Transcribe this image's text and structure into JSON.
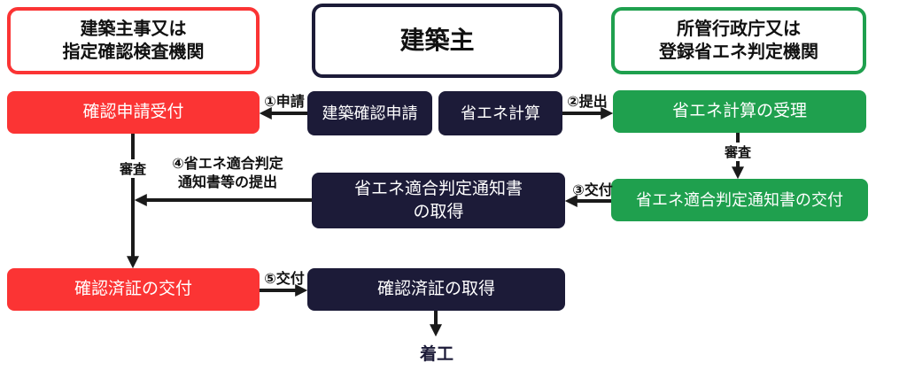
{
  "colors": {
    "red": "#fb3434",
    "green": "#1fa04e",
    "navy": "#1c1b38",
    "arrow": "#1a1a1a",
    "background": "#ffffff"
  },
  "headers": {
    "left": {
      "line1": "建築主事又は",
      "line2": "指定確認検査機関"
    },
    "center": {
      "label": "建築主"
    },
    "right": {
      "line1": "所管行政庁又は",
      "line2": "登録省エネ判定機関"
    }
  },
  "boxes": {
    "kakunin_shinsei_uketsuke": "確認申請受付",
    "kenchiku_kakunin_shinsei": "建築確認申請",
    "shoene_keisan": "省エネ計算",
    "shoene_keisan_juri": "省エネ計算の受理",
    "tsuchisho_shutoku_line1": "省エネ適合判定通知書",
    "tsuchisho_shutoku_line2": "の取得",
    "tsuchisho_kofu": "省エネ適合判定通知書の交付",
    "kakunin_sumi_kofu": "確認済証の交付",
    "kakunin_sumi_shutoku": "確認済証の取得"
  },
  "labels": {
    "step1": "①申請",
    "step2": "②提出",
    "step3": "③交付",
    "step4_line1": "④省エネ適合判定",
    "step4_line2": "通知書等の提出",
    "step5": "⑤交付",
    "shinsa_left": "審査",
    "shinsa_right": "審査",
    "chakko": "着工"
  }
}
